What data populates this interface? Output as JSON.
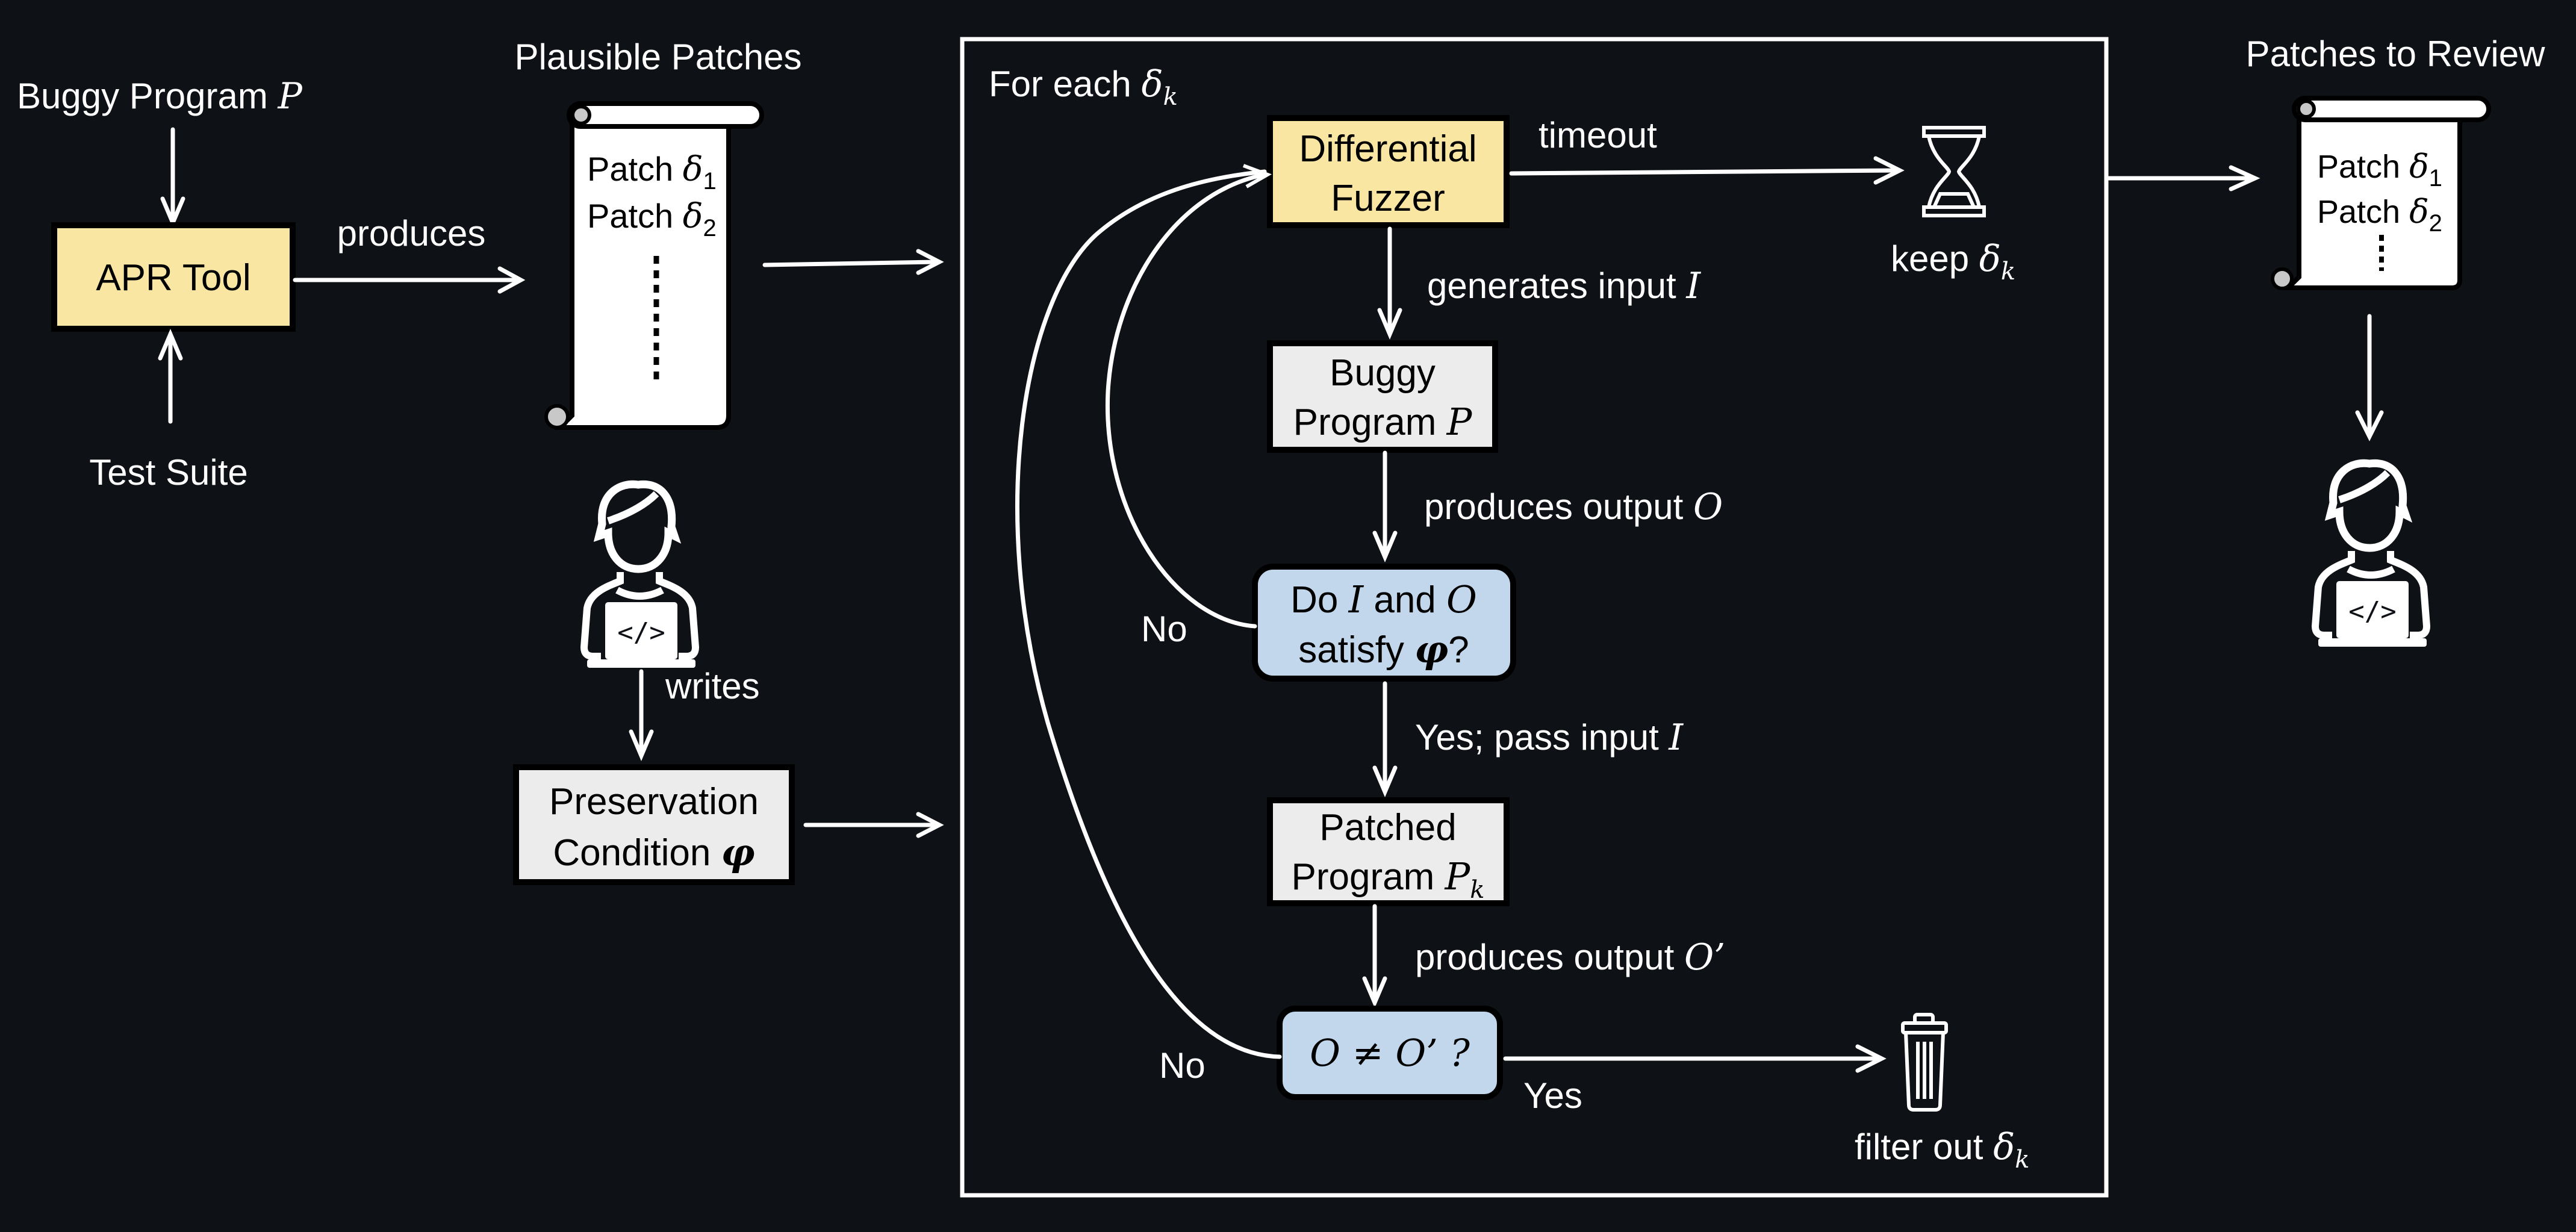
{
  "colors": {
    "background": "#0e1116",
    "yellow_box": "#fae6a3",
    "gray_box": "#ececec",
    "blue_box": "#c3d7ec",
    "line": "#ffffff",
    "box_border": "#000000"
  },
  "left": {
    "buggy_program_label": "Buggy Program",
    "buggy_program_var": "P",
    "apr_tool": "APR Tool",
    "test_suite": "Test Suite",
    "produces": "produces",
    "plausible_patches_title": "Plausible Patches",
    "scroll_items": [
      {
        "text": "Patch",
        "symbol": "δ",
        "sub": "1"
      },
      {
        "text": "Patch",
        "symbol": "δ",
        "sub": "2"
      }
    ],
    "writes": "writes",
    "preservation_line1": "Preservation",
    "preservation_line2": "Condition",
    "preservation_var": "φ"
  },
  "loop": {
    "title": "For each",
    "title_symbol": "δ",
    "title_sub": "k",
    "fuzzer_line1": "Differential",
    "fuzzer_line2": "Fuzzer",
    "timeout": "timeout",
    "keep": "keep",
    "keep_symbol": "δ",
    "keep_sub": "k",
    "generates": "generates input",
    "generates_var": "I",
    "buggy_line1": "Buggy",
    "buggy_line2": "Program",
    "buggy_var": "P",
    "produces_output": "produces output",
    "output_var": "O",
    "check1_pre": "Do",
    "check1_I": "I",
    "check1_and": "and",
    "check1_O": "O",
    "check1_line2": "satisfy",
    "check1_phi": "φ",
    "check1_q": "?",
    "no1": "No",
    "yes_pass": "Yes; pass input",
    "yes_pass_var": "I",
    "patched_line1": "Patched",
    "patched_line2": "Program",
    "patched_var": "P",
    "patched_sub": "k",
    "produces_output2": "produces output",
    "output2_var": "O’",
    "check2": "O ≠ O’ ?",
    "no2": "No",
    "yes2": "Yes",
    "filter": "filter out",
    "filter_symbol": "δ",
    "filter_sub": "k"
  },
  "right": {
    "title": "Patches to Review",
    "scroll_items": [
      {
        "text": "Patch",
        "symbol": "δ",
        "sub": "1"
      },
      {
        "text": "Patch",
        "symbol": "δ",
        "sub": "2"
      }
    ]
  }
}
